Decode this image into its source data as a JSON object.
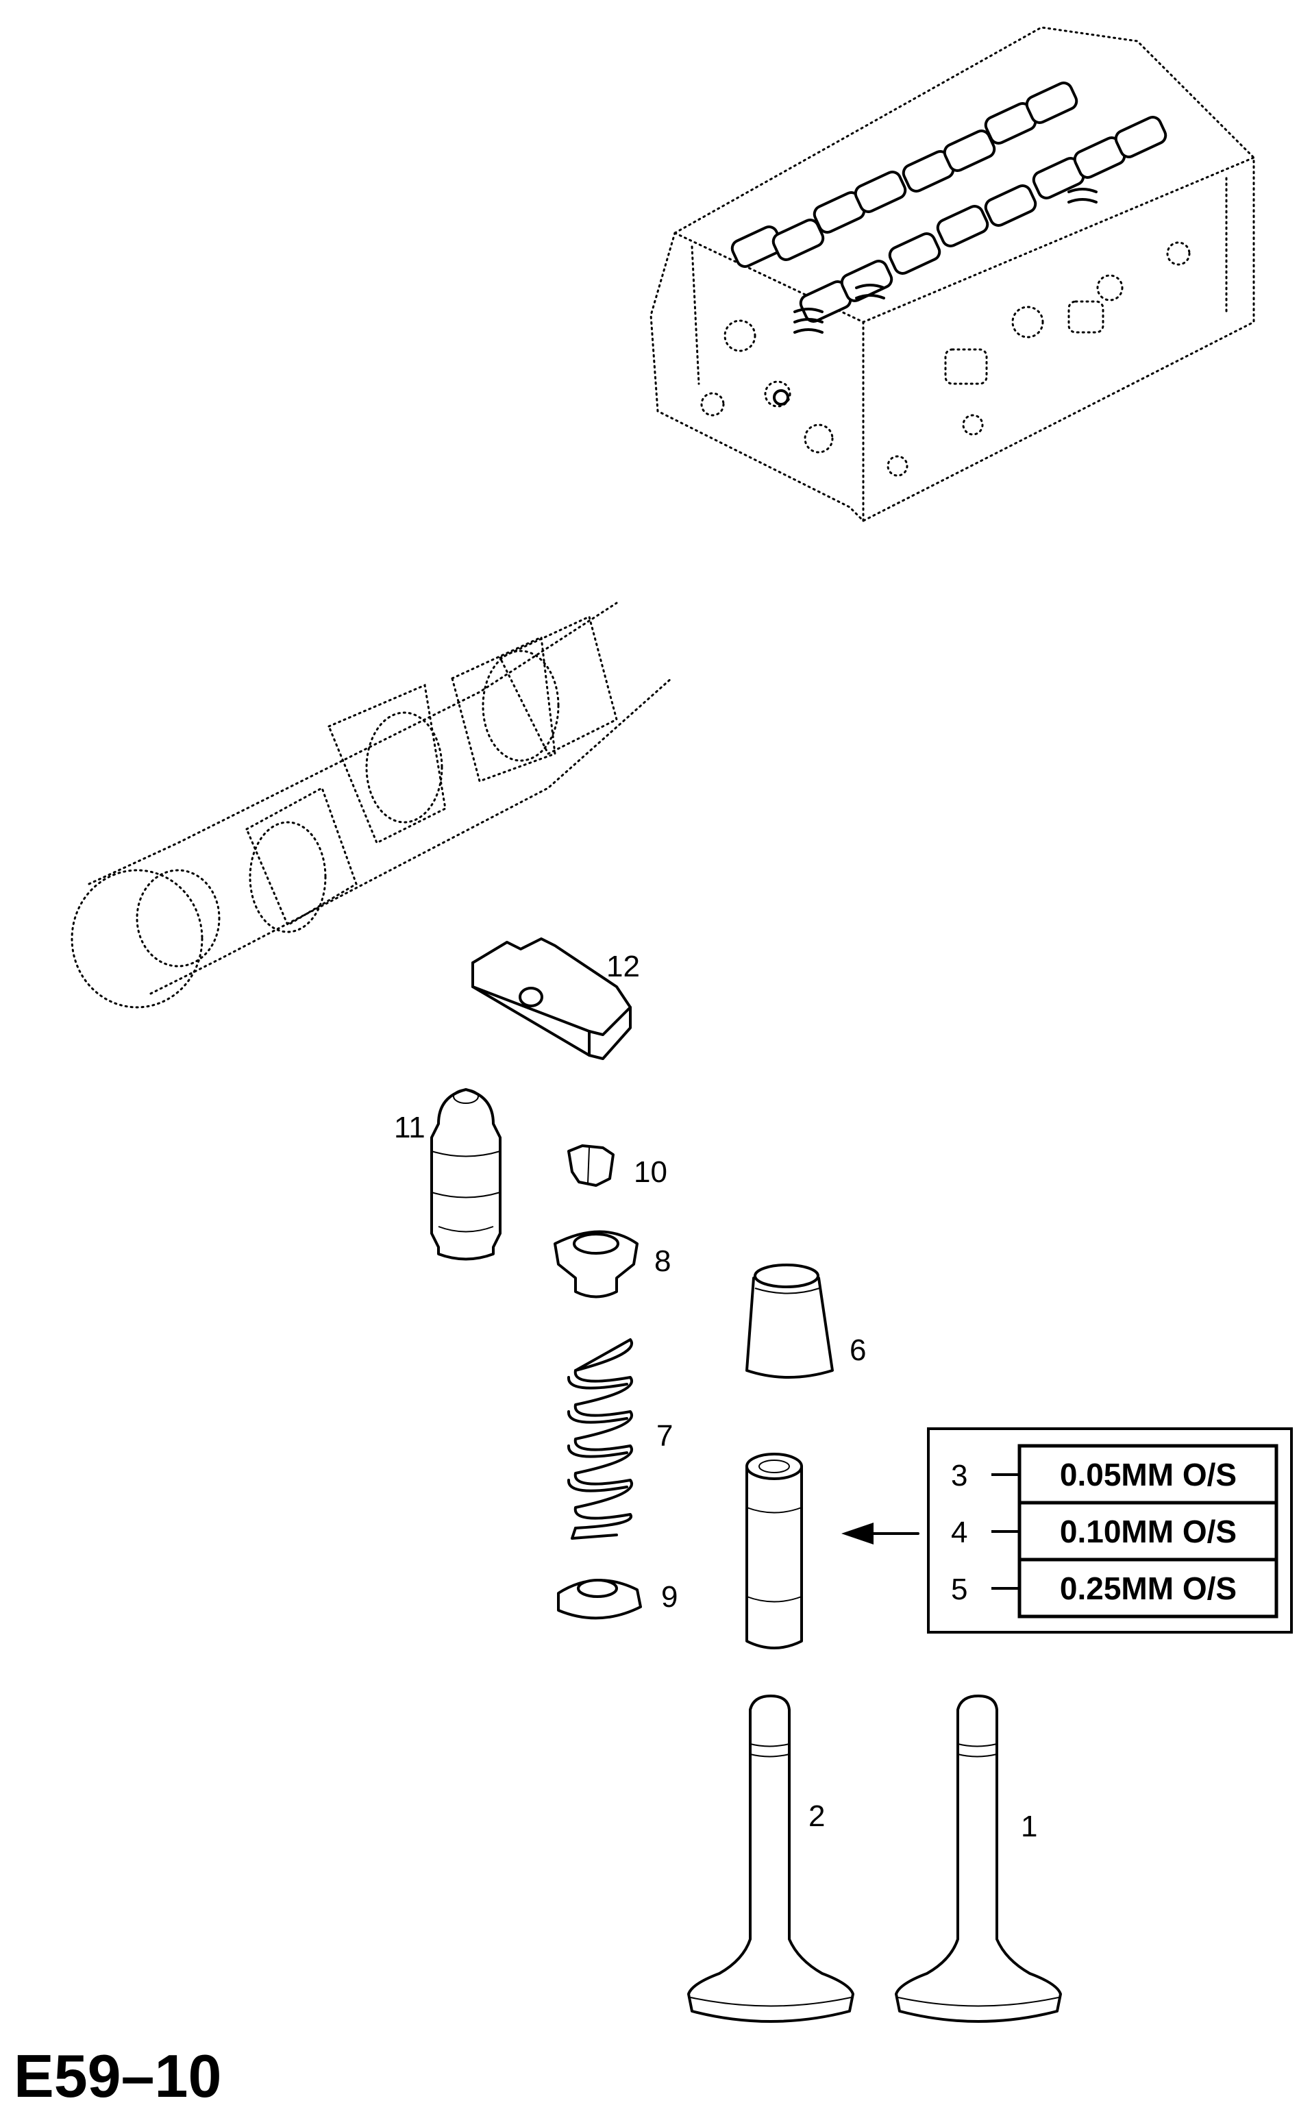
{
  "figure_code": "E59–10",
  "callouts": {
    "c1": "1",
    "c2": "2",
    "c6": "6",
    "c7": "7",
    "c8": "8",
    "c9": "9",
    "c10": "10",
    "c11": "11",
    "c12": "12"
  },
  "oversize_table": {
    "rows": [
      {
        "number": "3",
        "label": "0.05MM O/S"
      },
      {
        "number": "4",
        "label": "0.10MM O/S"
      },
      {
        "number": "5",
        "label": "0.25MM O/S"
      }
    ]
  }
}
